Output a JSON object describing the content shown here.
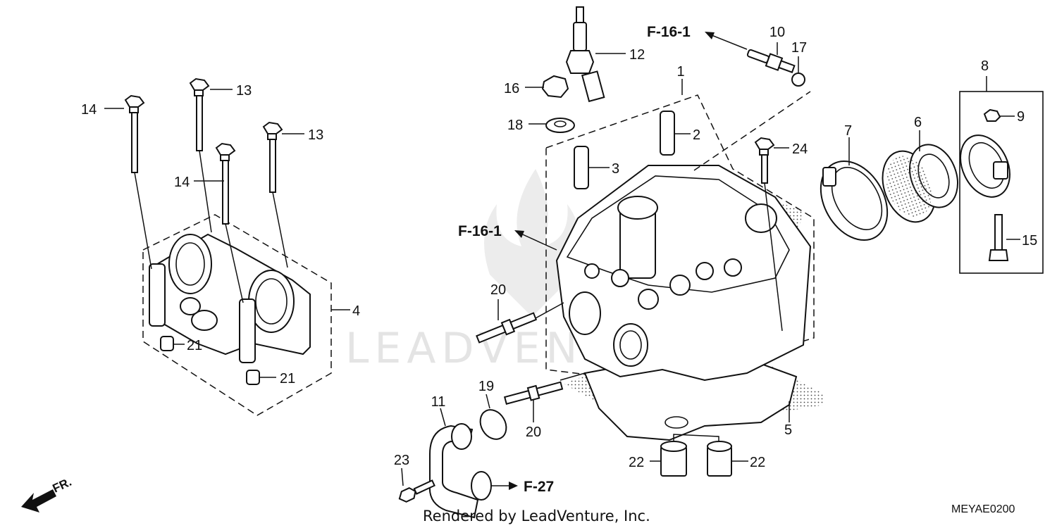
{
  "callouts": {
    "c1": "1",
    "c2": "2",
    "c3": "3",
    "c4": "4",
    "c5": "5",
    "c6": "6",
    "c7": "7",
    "c8": "8",
    "c9": "9",
    "c10": "10",
    "c11": "11",
    "c12": "12",
    "c13a": "13",
    "c13b": "13",
    "c14a": "14",
    "c14b": "14",
    "c15": "15",
    "c16": "16",
    "c17": "17",
    "c18": "18",
    "c19": "19",
    "c20a": "20",
    "c20b": "20",
    "c21a": "21",
    "c21b": "21",
    "c22a": "22",
    "c22b": "22",
    "c23": "23",
    "c24": "24"
  },
  "refs": {
    "f161_top": "F-16-1",
    "f161_left": "F-16-1",
    "f27": "F-27"
  },
  "direction_label": "FR.",
  "credit": "Rendered by LeadVenture, Inc.",
  "diagram_code": "MEYAE0200",
  "watermark": "LEADVENTURE"
}
